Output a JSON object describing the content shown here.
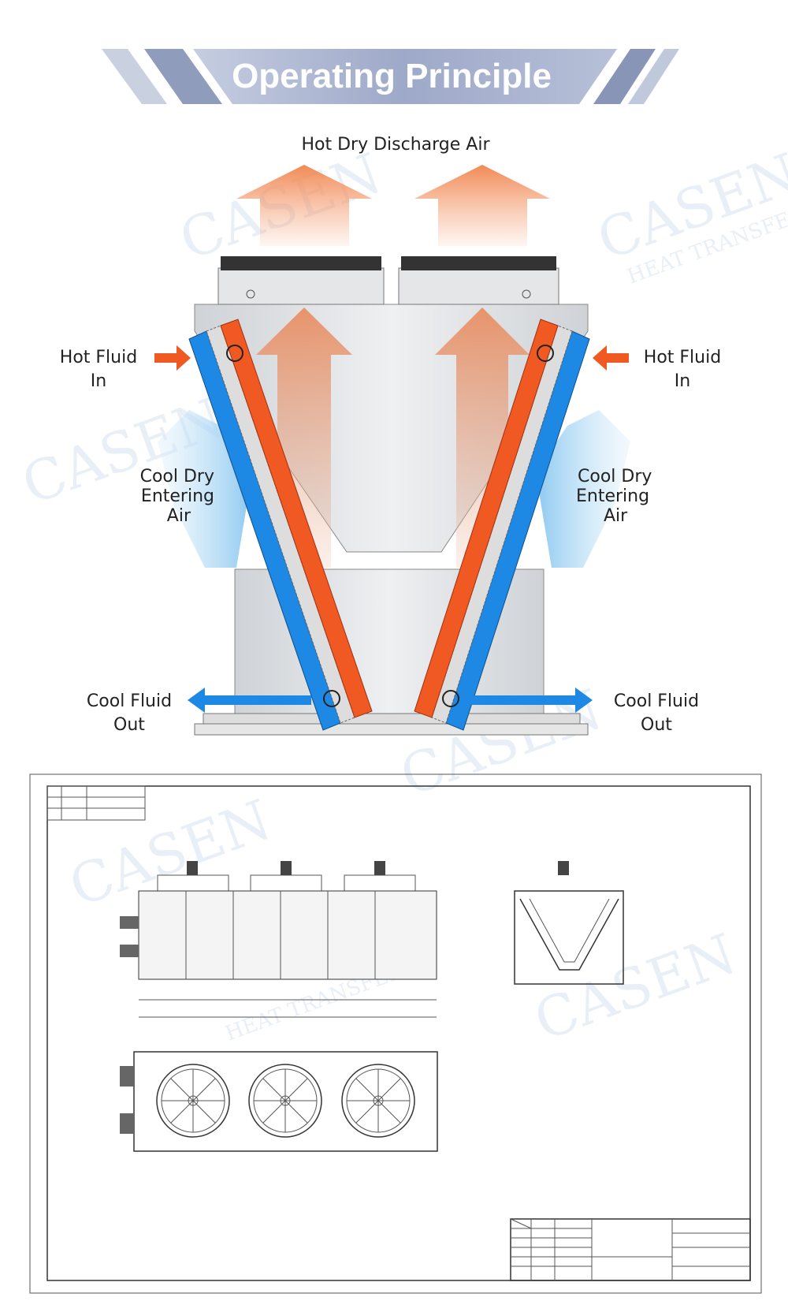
{
  "banner": {
    "title": "Operating Principle"
  },
  "diagram": {
    "discharge_label": "Hot Dry Discharge Air",
    "hot_fluid_in_left": [
      "Hot Fluid",
      "In"
    ],
    "hot_fluid_in_right": [
      "Hot Fluid",
      "In"
    ],
    "cool_air_left": [
      "Cool Dry",
      "Entering",
      "Air"
    ],
    "cool_air_right": [
      "Cool Dry",
      "Entering",
      "Air"
    ],
    "cool_fluid_out_left": [
      "Cool Fluid",
      "Out"
    ],
    "cool_fluid_out_right": [
      "Cool Fluid",
      "Out"
    ]
  },
  "watermark": {
    "brand": "CASEN",
    "sub": "HEAT TRANSFER"
  },
  "colors": {
    "hot": "#f05a22",
    "cool": "#1e88e5",
    "air_cool": "#bfe0f7",
    "air_hot": "#f4a27a",
    "banner": "#9aa6c6"
  }
}
